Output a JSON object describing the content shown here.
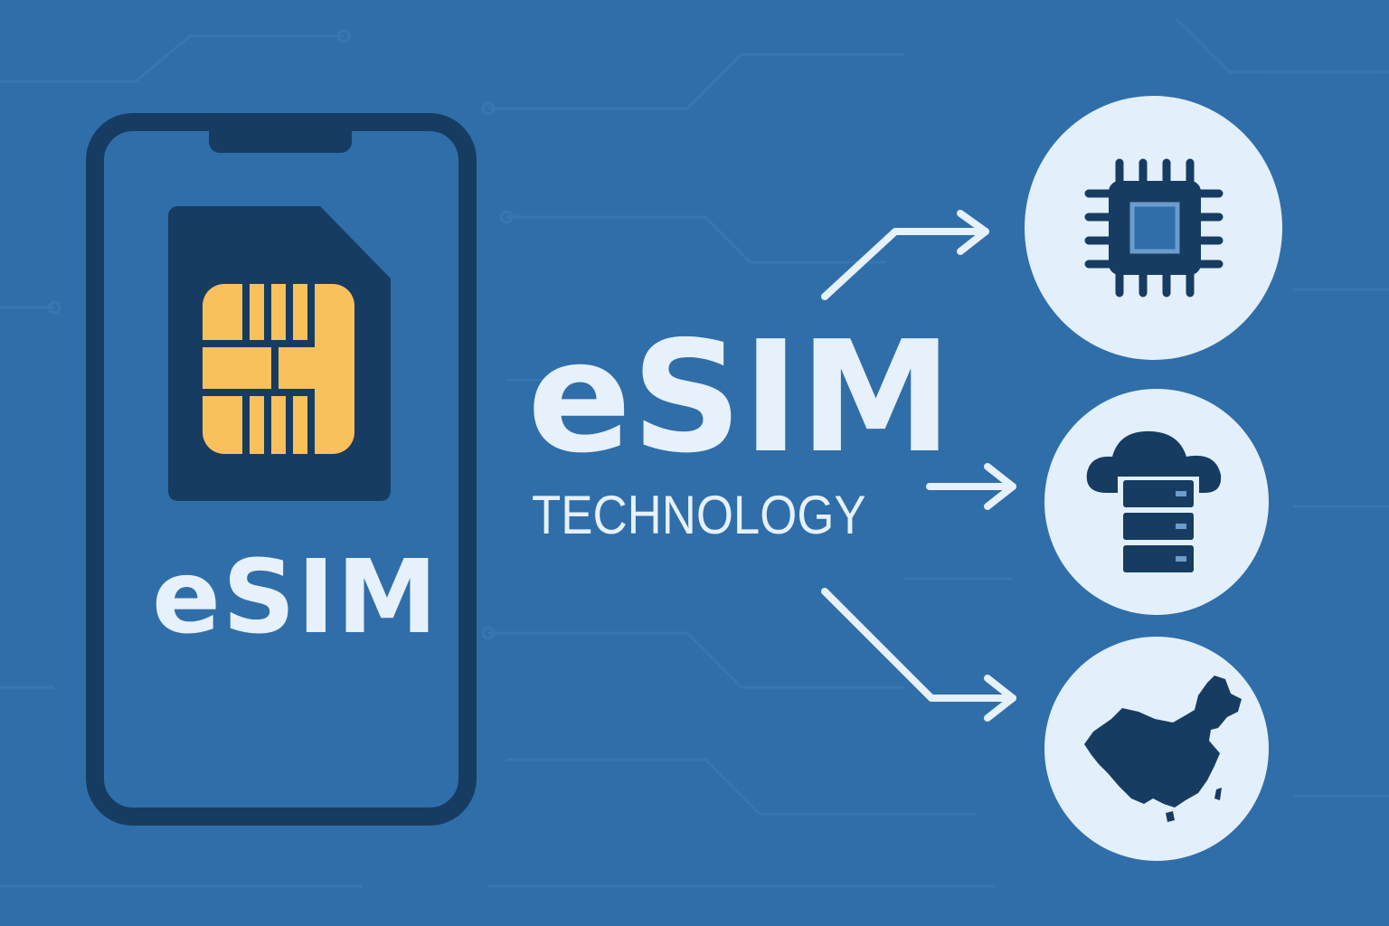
{
  "phone": {
    "label": "eSIM"
  },
  "heading": {
    "title": "eSIM",
    "subtitle": "TECHNOLOGY"
  },
  "icons": [
    "chip-icon",
    "cloud-server-icon",
    "china-map-icon"
  ],
  "colors": {
    "background": "#2f6ea9",
    "navy": "#173c62",
    "gold": "#f9c15c",
    "light": "#e3f0fb"
  }
}
